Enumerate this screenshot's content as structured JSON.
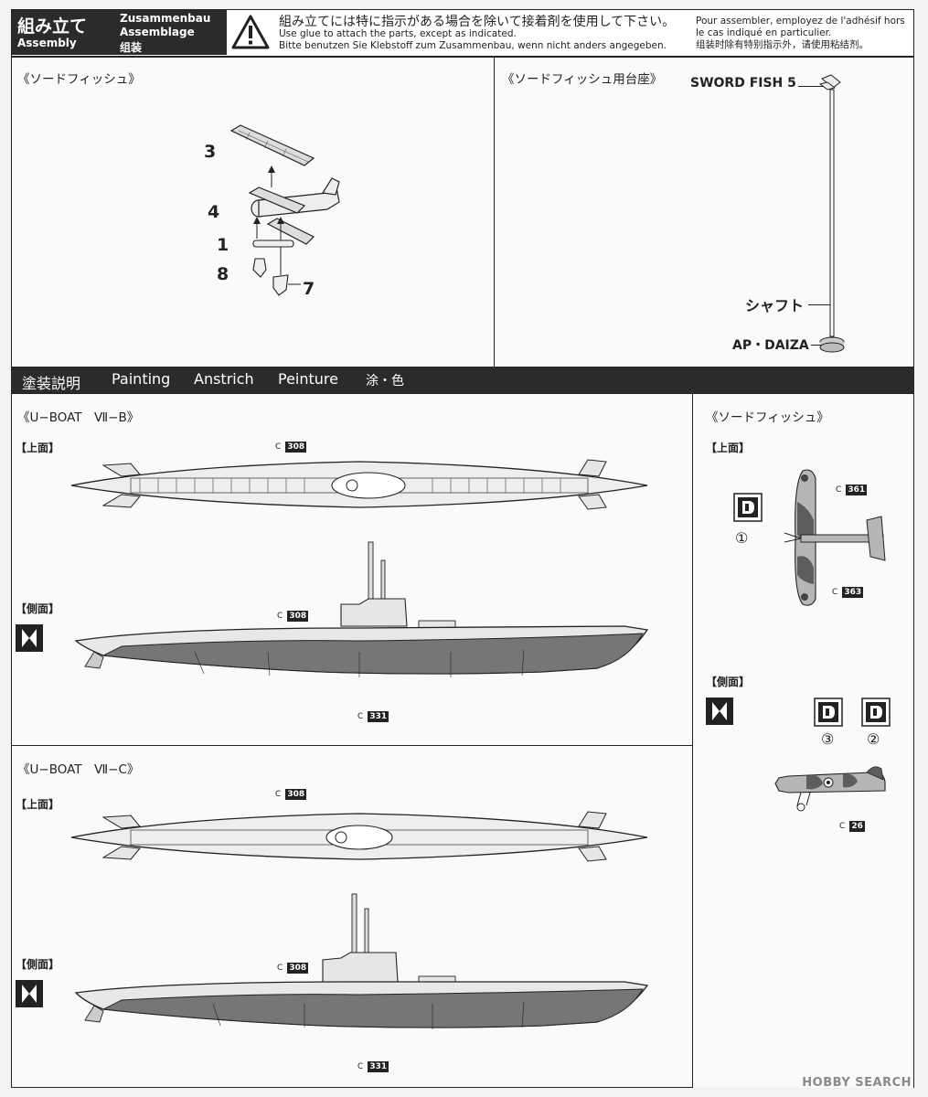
{
  "header": {
    "jp_title": "組み立て",
    "en_title": "Assembly",
    "de_title": "Zusammenbau",
    "fr_title": "Assemblage",
    "cn_title": "组装",
    "warning_icon": "warning-triangle-icon",
    "notice_jp": "組み立てには特に指示がある場合を除いて接着剤を使用して下さい。",
    "notice_en": "Use glue to attach the parts, except as indicated.",
    "notice_de": "Bitte benutzen Sie Klebstoff zum Zusammenbau, wenn nicht anders angegeben.",
    "notice_fr1": "Pour assembler, employez de l'adhésif hors",
    "notice_fr2": "le cas indiqué en particulier.",
    "notice_cn": "组装时除有特别指示外，请使用粘结剂。"
  },
  "assembly": {
    "left_title": "《ソードフィッシュ》",
    "right_title": "《ソードフィッシュ用台座》",
    "parts": [
      "3",
      "4",
      "1",
      "8",
      "7"
    ],
    "stand_labels": {
      "top": "SWORD FISH 5",
      "shaft": "シャフト",
      "base": "AP・DAIZA"
    }
  },
  "painting": {
    "bar_jp": "塗装説明",
    "bar_en": "Painting",
    "bar_de": "Anstrich",
    "bar_fr": "Peinture",
    "bar_cn": "涂・色",
    "uboat_b_title": "《U−BOAT　Ⅶ−B》",
    "uboat_c_title": "《U−BOAT　Ⅶ−C》",
    "swordfish_title": "《ソードフィッシュ》",
    "view_top": "【上面】",
    "view_side": "【側面】",
    "c_prefix": "C",
    "codes": {
      "deck": "308",
      "hull": "331",
      "sf_a": "361",
      "sf_b": "363",
      "sf_c": "26"
    },
    "circled": [
      "①",
      "②",
      "③"
    ],
    "decal_icon": "decal-d-icon",
    "flag_icon": "hourglass-flag-icon"
  },
  "watermark": "HOBBY SEARCH"
}
